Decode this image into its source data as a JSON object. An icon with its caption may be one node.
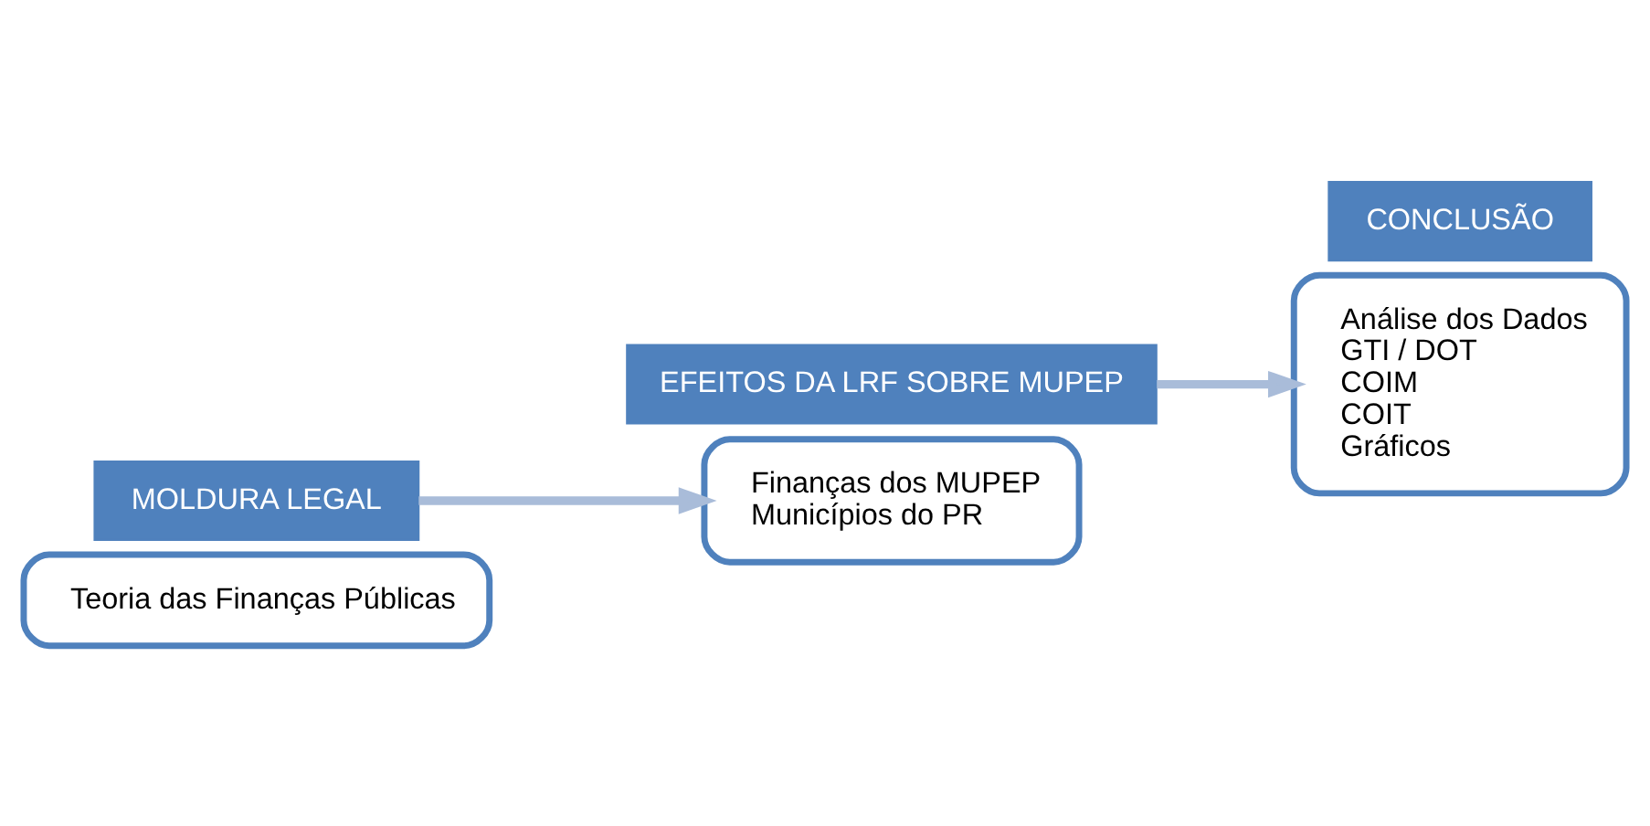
{
  "diagram": {
    "nodes": [
      {
        "text": [
          "Teoria das Finanças Públicas"
        ]
      },
      {
        "text": [
          "MOLDURA LEGAL"
        ]
      },
      {
        "text": [
          "EFEITOS DA LRF SOBRE MUPEP"
        ]
      },
      {
        "text": [
          "Finanças dos MUPEP",
          "Municípios do PR"
        ]
      },
      {
        "text": [
          "Análise dos Dados",
          "GTI / DOT",
          "COIM",
          "COIT",
          "Gráficos"
        ]
      },
      {
        "text": [
          "CONCLUSÃO"
        ]
      }
    ],
    "edges": [
      {
        "from": 1,
        "to": 3,
        "arrow": "to"
      },
      {
        "from": 2,
        "to": 4,
        "arrow": "to"
      }
    ]
  }
}
